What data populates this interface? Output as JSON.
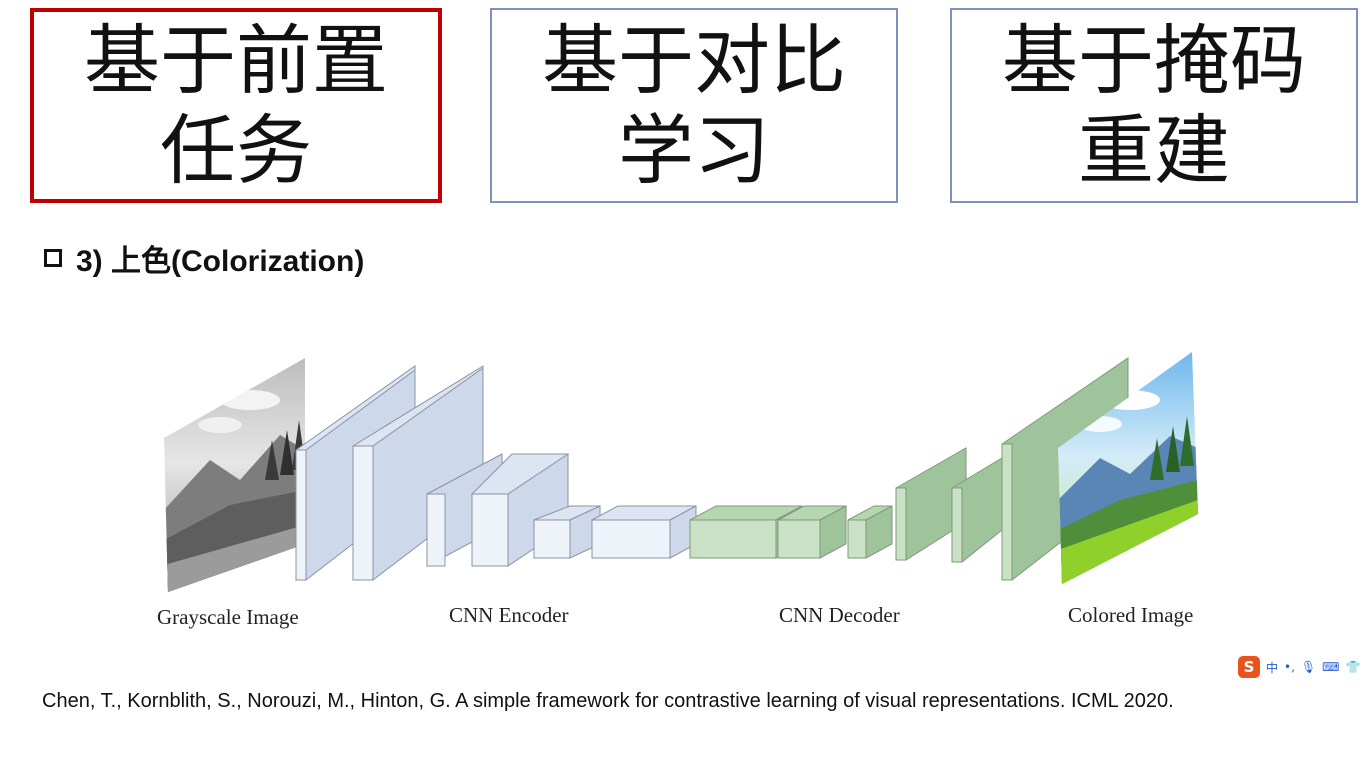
{
  "tabs": [
    {
      "line1": "基于前置",
      "line2": "任务"
    },
    {
      "line1": "基于对比",
      "line2": "学习"
    },
    {
      "line1": "基于掩码",
      "line2": "重建"
    }
  ],
  "section_heading": "3) 上色(Colorization)",
  "diagram": {
    "labels": {
      "input": "Grayscale Image",
      "encoder": "CNN Encoder",
      "decoder": "CNN Decoder",
      "output": "Colored Image"
    },
    "colors": {
      "encoder_front": "#cdd8ea",
      "encoder_side": "#eef2f9",
      "encoder_top": "#dde5f2",
      "decoder_front": "#9fc49b",
      "decoder_side": "#c9e2c5",
      "decoder_top": "#b6d6b1"
    }
  },
  "citation": "Chen, T., Kornblith, S., Norouzi, M., Hinton, G. A simple framework for contrastive learning of visual representations. ICML 2020.",
  "ime_toolbar": {
    "logo": "S",
    "mode": "中"
  }
}
